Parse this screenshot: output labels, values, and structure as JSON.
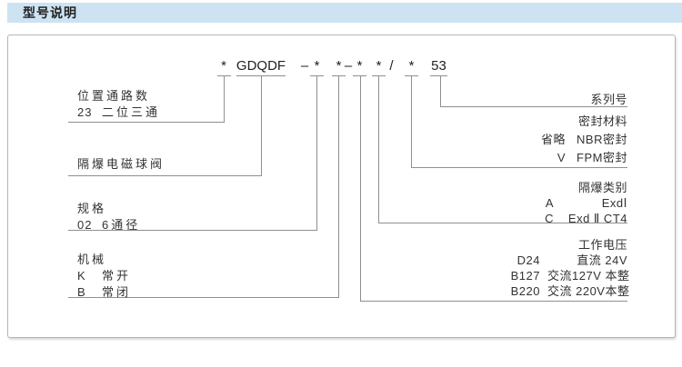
{
  "header": {
    "title": "型号说明"
  },
  "model_code": {
    "parts": [
      "*",
      "GDQDF",
      "–",
      "*",
      "*",
      "–",
      "*",
      "*",
      "/",
      "*",
      "53"
    ]
  },
  "left_blocks": [
    {
      "title": "位置通路数",
      "rows": [
        {
          "code": "23",
          "desc": "二位三通"
        }
      ]
    },
    {
      "title": "隔爆电磁球阀",
      "rows": []
    },
    {
      "title": "规格",
      "rows": [
        {
          "code": "02",
          "desc": "6通径"
        }
      ]
    },
    {
      "title": "机械",
      "rows": [
        {
          "code": "K",
          "desc": "常开"
        },
        {
          "code": "B",
          "desc": "常闭"
        }
      ]
    }
  ],
  "right_blocks": [
    {
      "title": "系列号",
      "rows": []
    },
    {
      "title": "密封材料",
      "rows": [
        {
          "code": "省略",
          "desc": "NBR密封"
        },
        {
          "code": "V",
          "desc": "FPM密封"
        }
      ]
    },
    {
      "title": "隔爆类别",
      "rows": [
        {
          "code": "A",
          "desc": "ExdⅠ"
        },
        {
          "code": "C",
          "desc": "Exd Ⅱ CT4"
        }
      ]
    },
    {
      "title": "工作电压",
      "rows": [
        {
          "code": "D24",
          "desc": "直流 24V"
        },
        {
          "code": "B127",
          "desc": "交流127V 本整"
        },
        {
          "code": "B220",
          "desc": "交流 220V本整"
        }
      ]
    }
  ],
  "colors": {
    "header_bg": "#cde3f2",
    "panel_border": "#b5b5b5",
    "connector_line": "#8f8f8f",
    "text": "#333333"
  }
}
